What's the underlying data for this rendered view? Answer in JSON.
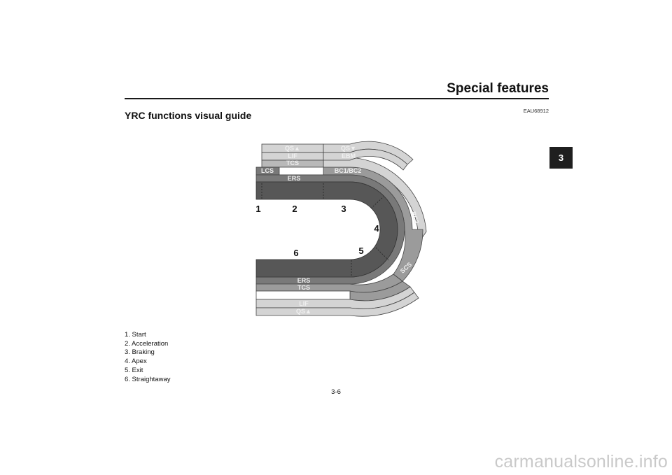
{
  "header": {
    "section_title": "Special features",
    "chapter": "3"
  },
  "doc": {
    "code": "EAU68912",
    "heading": "YRC functions visual guide",
    "page": "3-6"
  },
  "diagram": {
    "band_labels": {
      "qs_up_top": "QS▲",
      "qs_down": "QS▼",
      "lif_top": "LIF",
      "ebm": "EBM",
      "tcs_top": "TCS",
      "lcs": "LCS",
      "bc": "BC1/BC2",
      "ers_top": "ERS",
      "bc3": "BC3",
      "scs": "SCS",
      "ers_bottom": "ERS",
      "tcs_bottom": "TCS",
      "lif_bottom": "LIF",
      "qs_up_bottom": "QS▲"
    },
    "point_numbers": [
      "1",
      "2",
      "3",
      "4",
      "5",
      "6"
    ]
  },
  "legend": [
    "1. Start",
    "2. Acceleration",
    "3. Braking",
    "4. Apex",
    "5. Exit",
    "6. Straightaway"
  ],
  "watermark": "carmanualsonline.info",
  "colors": {
    "track": "#575757",
    "ers_band": "#797979",
    "bc_band": "#9b9b9b",
    "light_band": "#d4d4d4",
    "label_light": "#f0f0f0",
    "tab": "#1f1f1f"
  }
}
